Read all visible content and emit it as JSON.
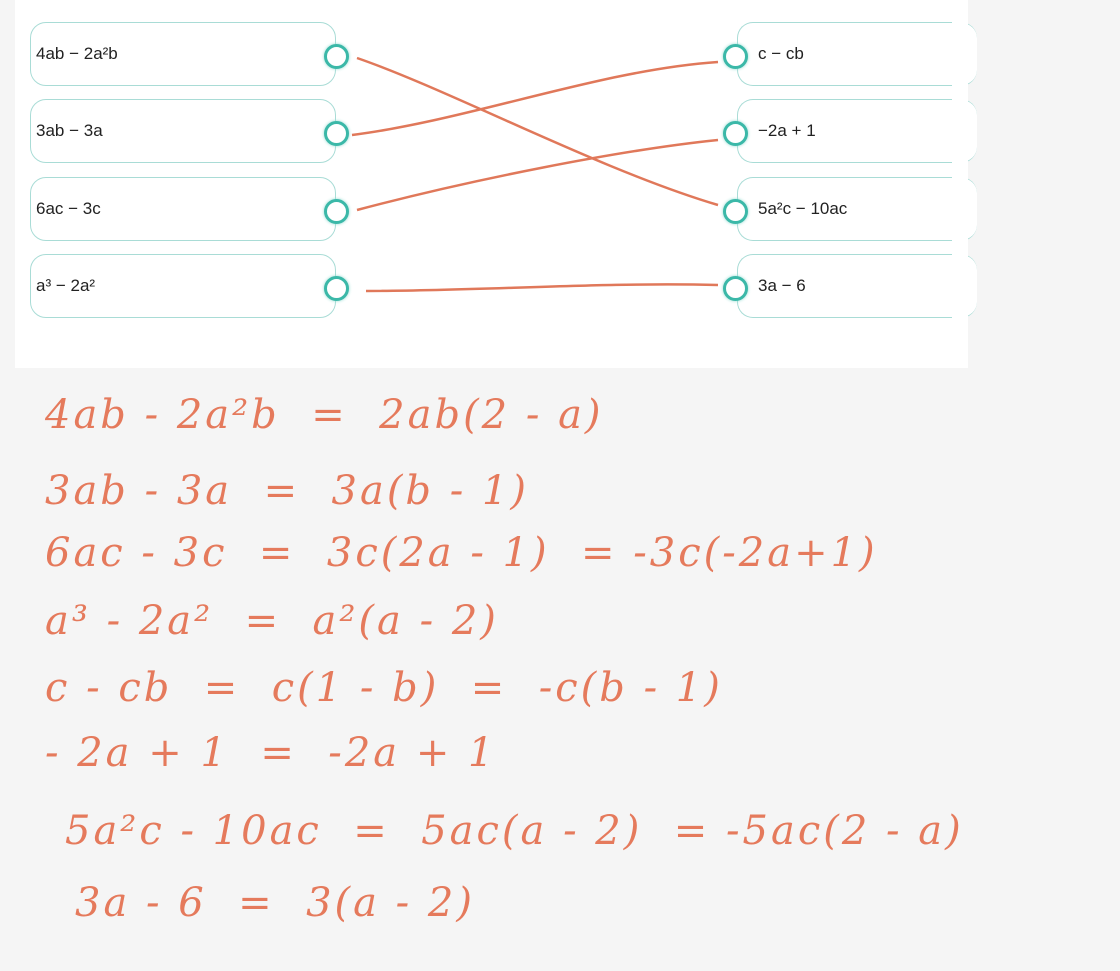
{
  "left_items": [
    "4ab − 2a²b",
    "3ab − 3a",
    "6ac − 3c",
    "a³ − 2a²"
  ],
  "right_items": [
    "c − cb",
    "−2a + 1",
    "5a²c − 10ac",
    "3a − 6"
  ],
  "matches": [
    [
      0,
      2
    ],
    [
      1,
      0
    ],
    [
      2,
      1
    ],
    [
      3,
      3
    ]
  ],
  "colors": {
    "line": "#e0785a",
    "accent": "#3bb8a8",
    "handwriting": "#e57a5c"
  },
  "handwritten": [
    "4ab - 2a²b  =  2ab(2 - a)",
    "3ab - 3a  =  3a(b - 1)",
    "6ac - 3c  =  3c(2a - 1)  = -3c(-2a+1)",
    "a³ - 2a²  =  a²(a - 2)",
    "c - cb  =  c(1 - b)  =  -c(b - 1)",
    "- 2a + 1  =  -2a + 1",
    "5a²c - 10ac  =  5ac(a - 2)  = -5ac(2 - a)",
    "3a - 6  =  3(a - 2)"
  ]
}
